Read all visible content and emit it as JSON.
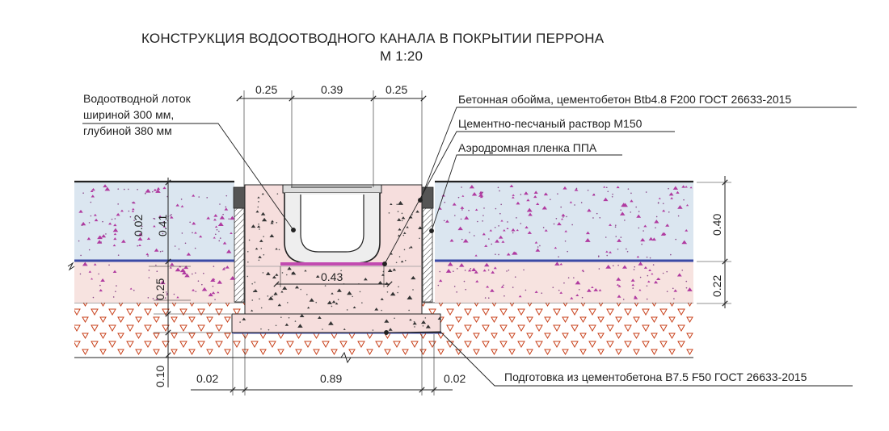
{
  "title": {
    "line1": "КОНСТРУКЦИЯ ВОДООТВОДНОГО КАНАЛА В ПОКРЫТИИ ПЕРРОНА",
    "line2": "М 1:20"
  },
  "labels": {
    "tray": [
      "Водоотводной лоток",
      "шириной 300 мм,",
      "глубиной 380 мм"
    ],
    "concrete_casing": "Бетонная обойма, цементобетон Btb4.8 F200 ГОСТ 26633-2015",
    "mortar": "Цементно-песчаный раствор М150",
    "film": "Аэродромная пленка ППА",
    "base": "Подготовка из цементобетона B7.5 F50 ГОСТ 26633-2015"
  },
  "dimensions": {
    "top_left": "0.25",
    "top_middle": "0.39",
    "top_right": "0.25",
    "inner_width": "0.43",
    "bottom_left": "0.02",
    "bottom_middle": "0.89",
    "bottom_right": "0.02",
    "right_top": "0.40",
    "right_bottom": "0.22",
    "left_depth": "0.41",
    "left_small": "0.02",
    "left_middle": "0.25",
    "left_bottom": "0.10"
  },
  "colors": {
    "slab": "#dbe6f0",
    "subbase": "#f7e3e0",
    "casing": "#f6dedd",
    "speckle": "#b03aa0",
    "membrane": "#3b4aa6",
    "mortar_strip": "#c24bb0",
    "gravel_mark": "#c8401a",
    "line": "#222222"
  }
}
